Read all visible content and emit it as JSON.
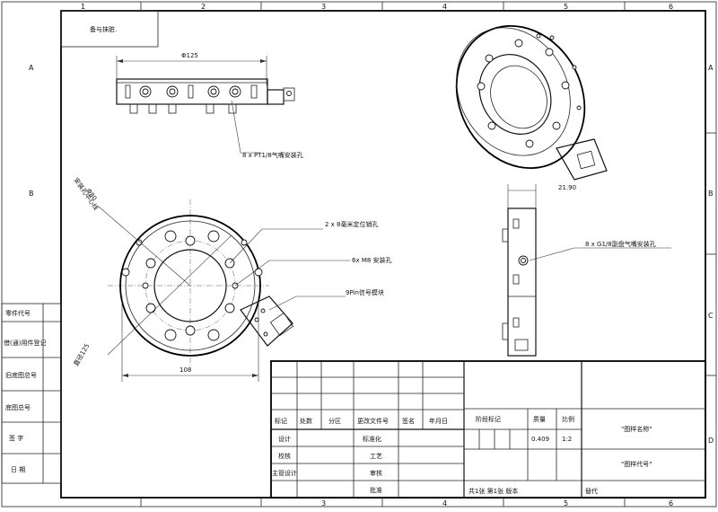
{
  "border": {
    "col_labels": [
      "1",
      "2",
      "3",
      "4",
      "5",
      "6"
    ],
    "row_labels": [
      "A",
      "B",
      "C",
      "D"
    ]
  },
  "tech_note": "备与抹脏.",
  "top_view": {
    "diameter_label": "Φ125",
    "callout_label": "8 x PT1/8气嘴安装孔"
  },
  "front_view": {
    "pcd_label_line1": "安装孔中心线",
    "pcd_label_line2": "Φ80",
    "callout_pins": "2 x 8毫米定位销孔",
    "callout_m8": "6x M8 安装孔",
    "callout_module": "9Pin信号模块",
    "diameter_label": "直径125",
    "width_label": "108"
  },
  "side_view": {
    "thickness_label": "21.90",
    "callout_label": "8 x G1/8副盘气嘴安装孔"
  },
  "left_column": {
    "rows": [
      "零件代号",
      "借(通)用件登记",
      "旧底图总号",
      "底图总号",
      "签 字",
      "日 期"
    ]
  },
  "title_block": {
    "rev_headers": [
      "标记",
      "处数",
      "分区",
      "更改文件号",
      "签名",
      "年月日"
    ],
    "roles": [
      "设计",
      "校核",
      "主管设计"
    ],
    "roles_right": [
      "标准化",
      "工艺",
      "审核",
      "批准"
    ],
    "stage_label": "阶段标记",
    "mass_label": "质量",
    "scale_label": "比例",
    "mass_value": "0.409",
    "scale_value": "1:2",
    "drawing_name": "\"图样名称\"",
    "drawing_code": "\"图样代号\"",
    "sheet_info": "共1张  第1张  版本",
    "replace_label": "替代"
  }
}
